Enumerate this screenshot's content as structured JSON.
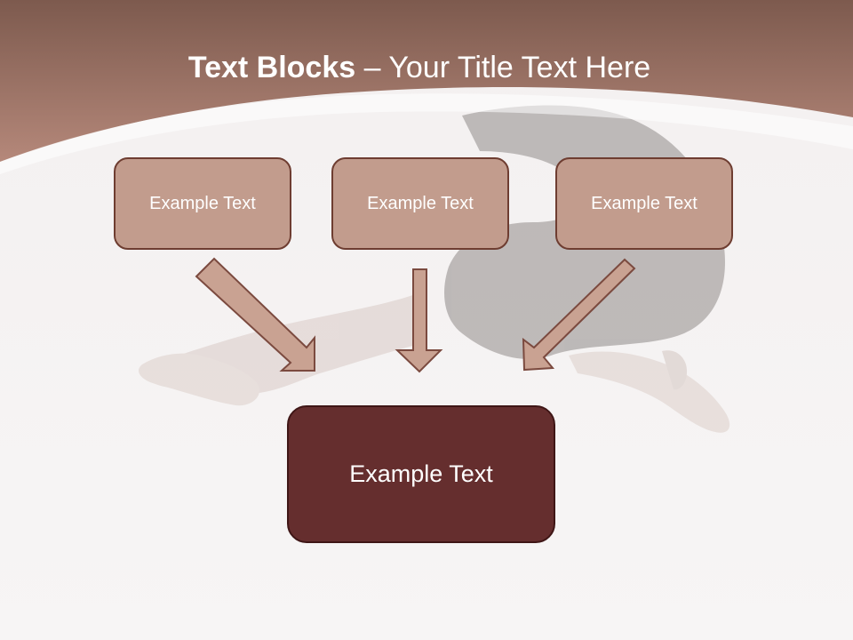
{
  "title": {
    "bold_part": "Text Blocks",
    "separator": " – ",
    "rest": "Your Title Text Here"
  },
  "blocks": {
    "top": [
      "Example Text",
      "Example Text",
      "Example Text"
    ],
    "bottom": "Example Text"
  },
  "colors": {
    "header_band": "#a9766a",
    "top_box_fill": "#c29c8d",
    "top_box_border": "#6e3d31",
    "bottom_box_fill": "#652e2e",
    "arrow_fill": "#c9a292",
    "arrow_stroke": "#7b4a3f"
  }
}
